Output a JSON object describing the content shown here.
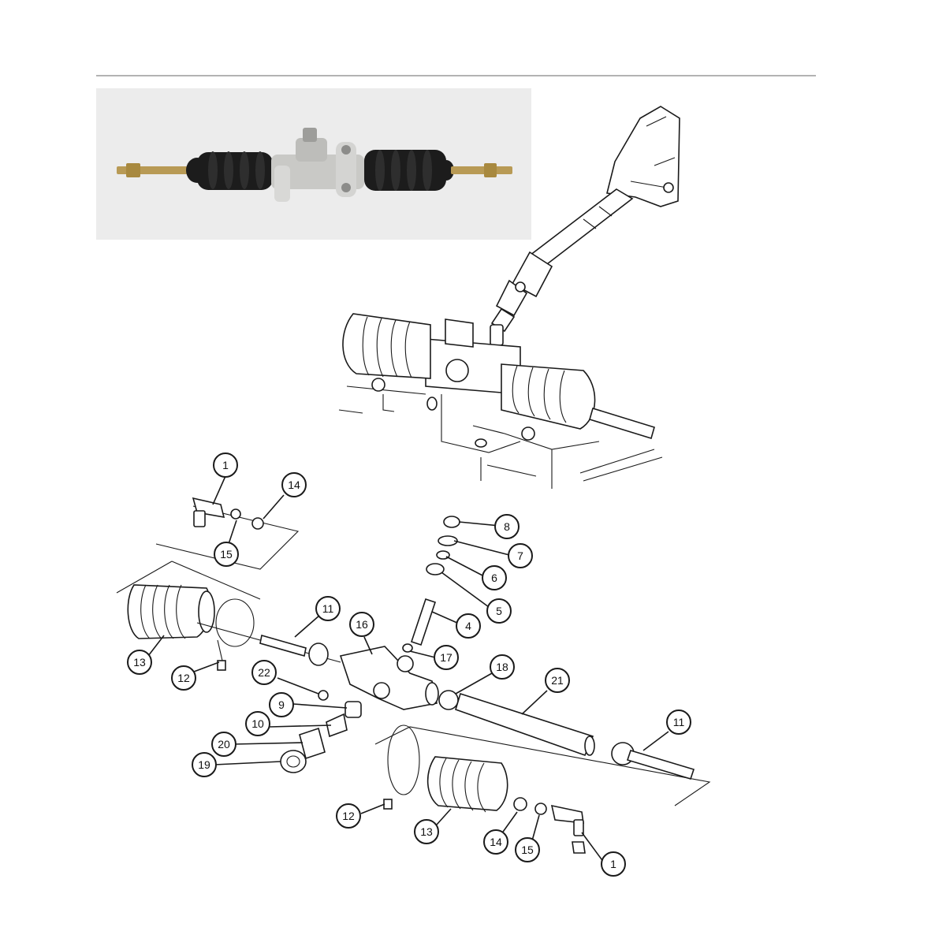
{
  "callouts": [
    {
      "id": "c1-top",
      "label": "1"
    },
    {
      "id": "c14-top",
      "label": "14"
    },
    {
      "id": "c15-top",
      "label": "15"
    },
    {
      "id": "c8",
      "label": "8"
    },
    {
      "id": "c7",
      "label": "7"
    },
    {
      "id": "c6",
      "label": "6"
    },
    {
      "id": "c5",
      "label": "5"
    },
    {
      "id": "c4",
      "label": "4"
    },
    {
      "id": "c17",
      "label": "17"
    },
    {
      "id": "c18",
      "label": "18"
    },
    {
      "id": "c16",
      "label": "16"
    },
    {
      "id": "c11-left",
      "label": "11"
    },
    {
      "id": "c13-left",
      "label": "13"
    },
    {
      "id": "c12-left",
      "label": "12"
    },
    {
      "id": "c22",
      "label": "22"
    },
    {
      "id": "c9",
      "label": "9"
    },
    {
      "id": "c10",
      "label": "10"
    },
    {
      "id": "c20",
      "label": "20"
    },
    {
      "id": "c19",
      "label": "19"
    },
    {
      "id": "c21",
      "label": "21"
    },
    {
      "id": "c11-right",
      "label": "11"
    },
    {
      "id": "c12-bottom",
      "label": "12"
    },
    {
      "id": "c13-bottom",
      "label": "13"
    },
    {
      "id": "c14-bottom",
      "label": "14"
    },
    {
      "id": "c15-bottom",
      "label": "15"
    },
    {
      "id": "c1-bottom",
      "label": "1"
    }
  ],
  "colors": {
    "ink": "#1a1a1a",
    "photo_background": "#ececec",
    "boot_black": "#1c1c1c",
    "rod_brass": "#b89a55",
    "housing_silver": "#c9c9c6"
  },
  "images": {
    "photo": "steering-rack-assembly-photo",
    "installed_view": "steering-column-and-rack-installed-drawing",
    "exploded_view": "steering-rack-exploded-parts-drawing"
  }
}
